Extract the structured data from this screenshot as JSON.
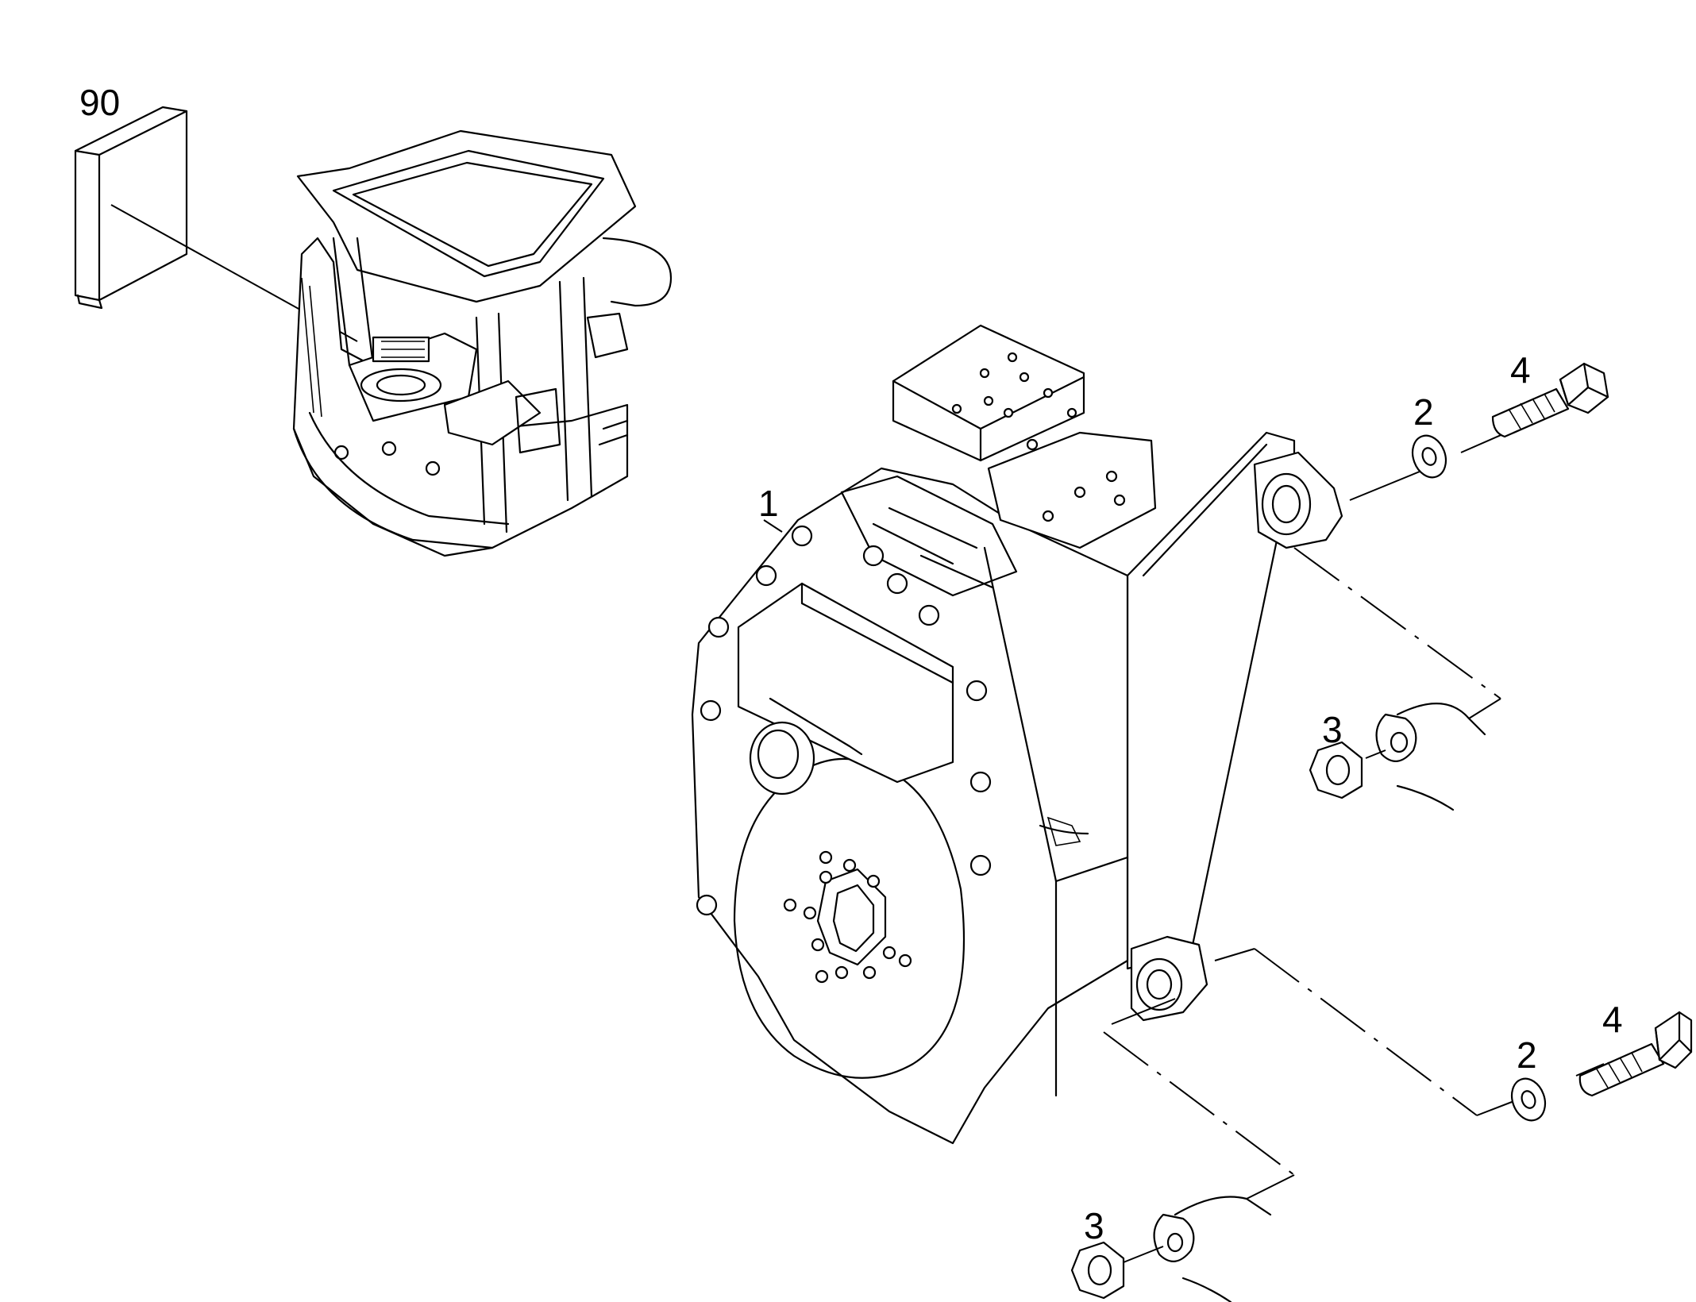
{
  "callouts": {
    "doc_box": "90",
    "gearbox": "1",
    "washer_upper": "2",
    "bolt_upper": "4",
    "nut_upper": "3",
    "washer_lower": "2",
    "bolt_lower": "4",
    "nut_lower": "3"
  },
  "icons": {
    "cab": "operator-cab-icon",
    "manual": "document-box-icon",
    "transmission": "gearbox-icon"
  }
}
